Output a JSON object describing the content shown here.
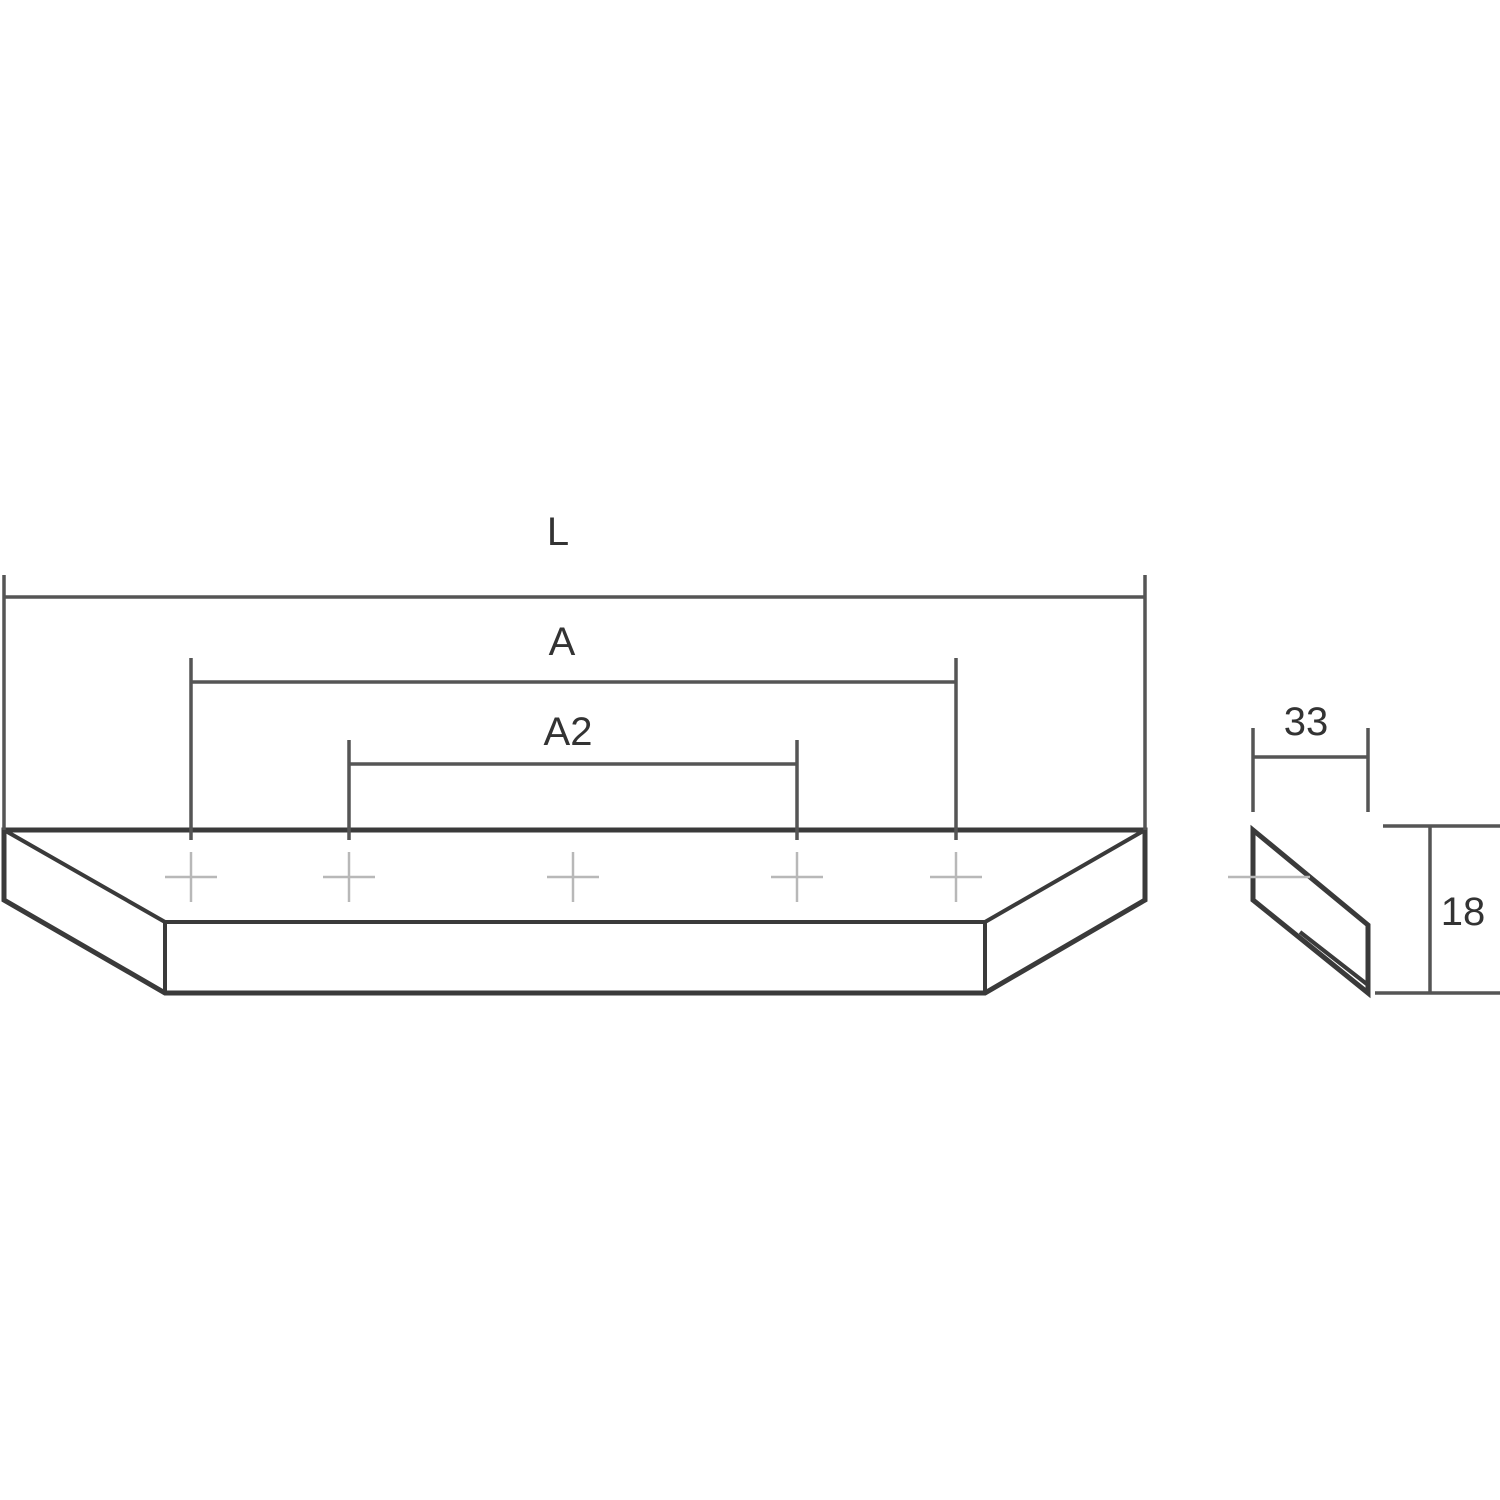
{
  "dimensions": {
    "overall_length": "L",
    "hole_spacing": "A",
    "inner_hole_spacing": "A2",
    "depth": "33",
    "height": "18"
  },
  "colors": {
    "line": "#3a3a3a",
    "dimension": "#555555",
    "centermark": "#b8b8b8",
    "background": "#ffffff"
  }
}
